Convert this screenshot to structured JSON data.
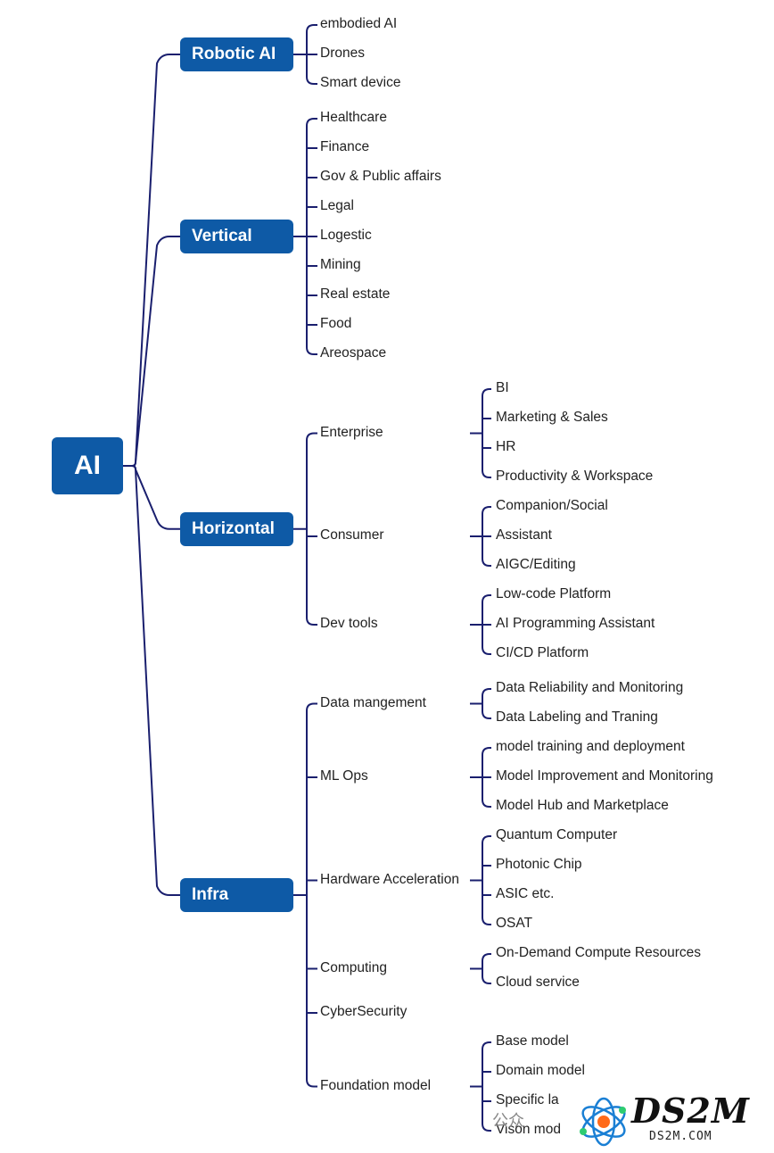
{
  "root": "AI",
  "categories": [
    {
      "label": "Robotic AI",
      "items": [
        {
          "label": "embodied AI"
        },
        {
          "label": "Drones"
        },
        {
          "label": "Smart device"
        }
      ]
    },
    {
      "label": "Vertical",
      "items": [
        {
          "label": "Healthcare"
        },
        {
          "label": "Finance"
        },
        {
          "label": "Gov & Public affairs"
        },
        {
          "label": "Legal"
        },
        {
          "label": "Logestic"
        },
        {
          "label": "Mining"
        },
        {
          "label": "Real estate"
        },
        {
          "label": "Food"
        },
        {
          "label": "Areospace"
        }
      ]
    },
    {
      "label": "Horizontal",
      "items": [
        {
          "label": "Enterprise",
          "children": [
            "BI",
            "Marketing & Sales",
            "HR",
            "Productivity & Workspace"
          ]
        },
        {
          "label": "Consumer",
          "children": [
            "Companion/Social",
            "Assistant",
            "AIGC/Editing"
          ]
        },
        {
          "label": "Dev tools",
          "children": [
            " Low-code Platform",
            " AI Programming Assistant",
            "CI/CD Platform"
          ]
        }
      ]
    },
    {
      "label": "Infra",
      "items": [
        {
          "label": "Data mangement",
          "children": [
            "Data Reliability and Monitoring",
            "Data Labeling and Traning"
          ]
        },
        {
          "label": "ML Ops",
          "children": [
            "model training and deployment",
            "Model Improvement and Monitoring",
            "Model Hub and Marketplace"
          ]
        },
        {
          "label": "Hardware Acceleration",
          "children": [
            "Quantum Computer",
            "Photonic Chip",
            "ASIC etc.",
            "OSAT"
          ]
        },
        {
          "label": "Computing",
          "children": [
            "On-Demand Compute Resources",
            "Cloud service"
          ]
        },
        {
          "label": "CyberSecurity"
        },
        {
          "label": "Foundation model",
          "children": [
            "Base model",
            "Domain model",
            "Specific la",
            "Vison mod"
          ]
        }
      ]
    }
  ],
  "watermark": {
    "brand": "DS2M",
    "site": "DS2M.COM",
    "wechat": "公众"
  },
  "colors": {
    "box": "#0e5aa6",
    "line": "#1a1f6e",
    "text": "#222222"
  }
}
